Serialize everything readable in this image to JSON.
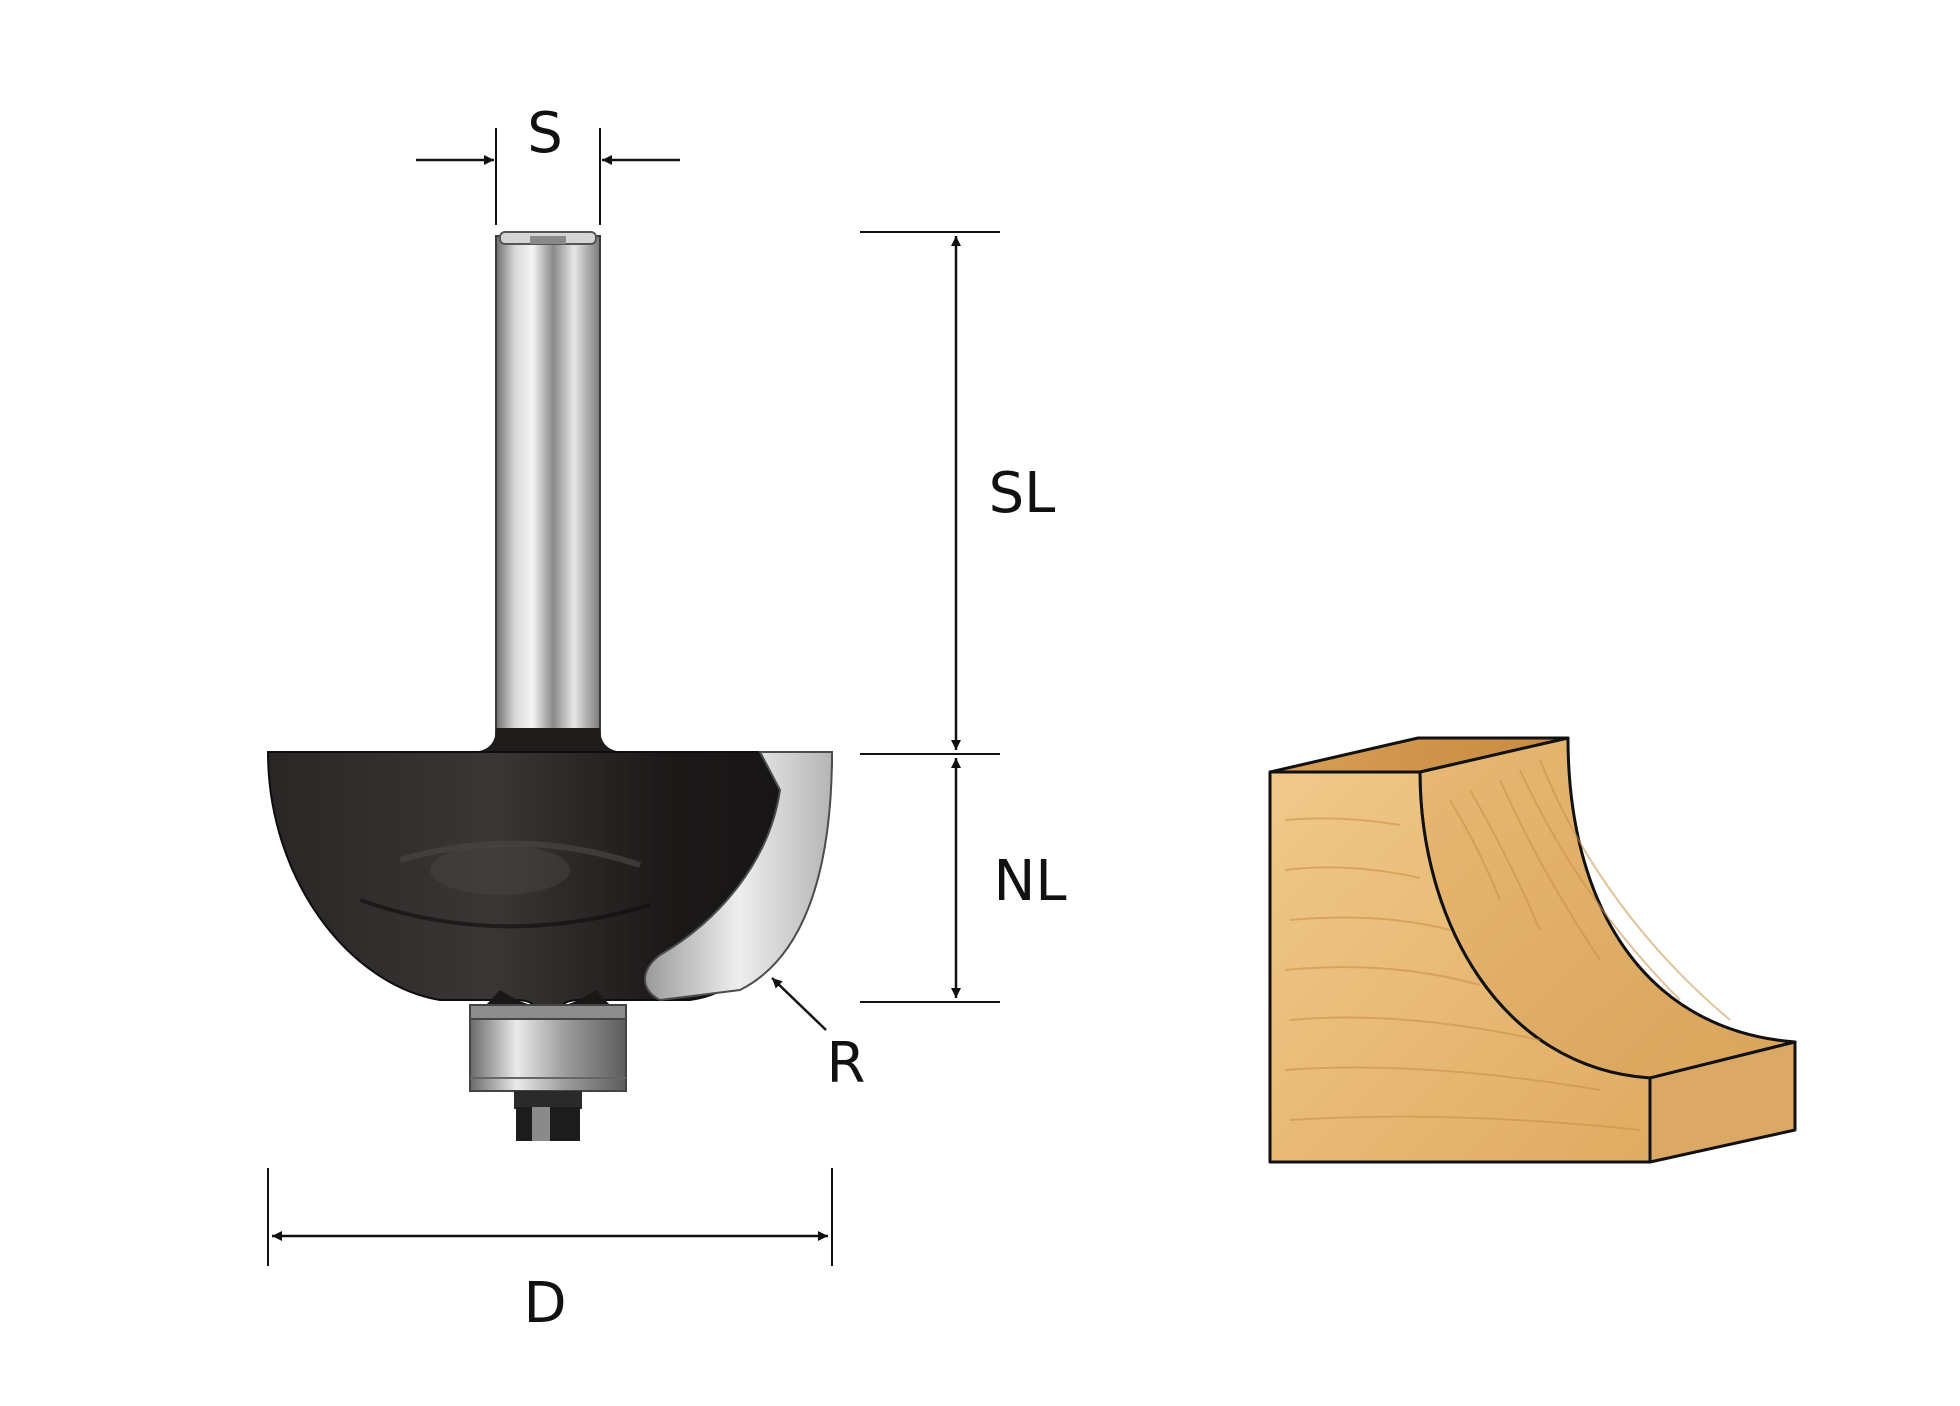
{
  "labels": {
    "shank_diameter": "S",
    "shank_length": "SL",
    "cutting_length": "NL",
    "radius": "R",
    "diameter": "D"
  },
  "colors": {
    "line": "#111111",
    "cutter_body": "#1e1b1b",
    "steel": "#c9c9c9",
    "wood": "#e2b46c",
    "wood_dark": "#c98f45"
  }
}
